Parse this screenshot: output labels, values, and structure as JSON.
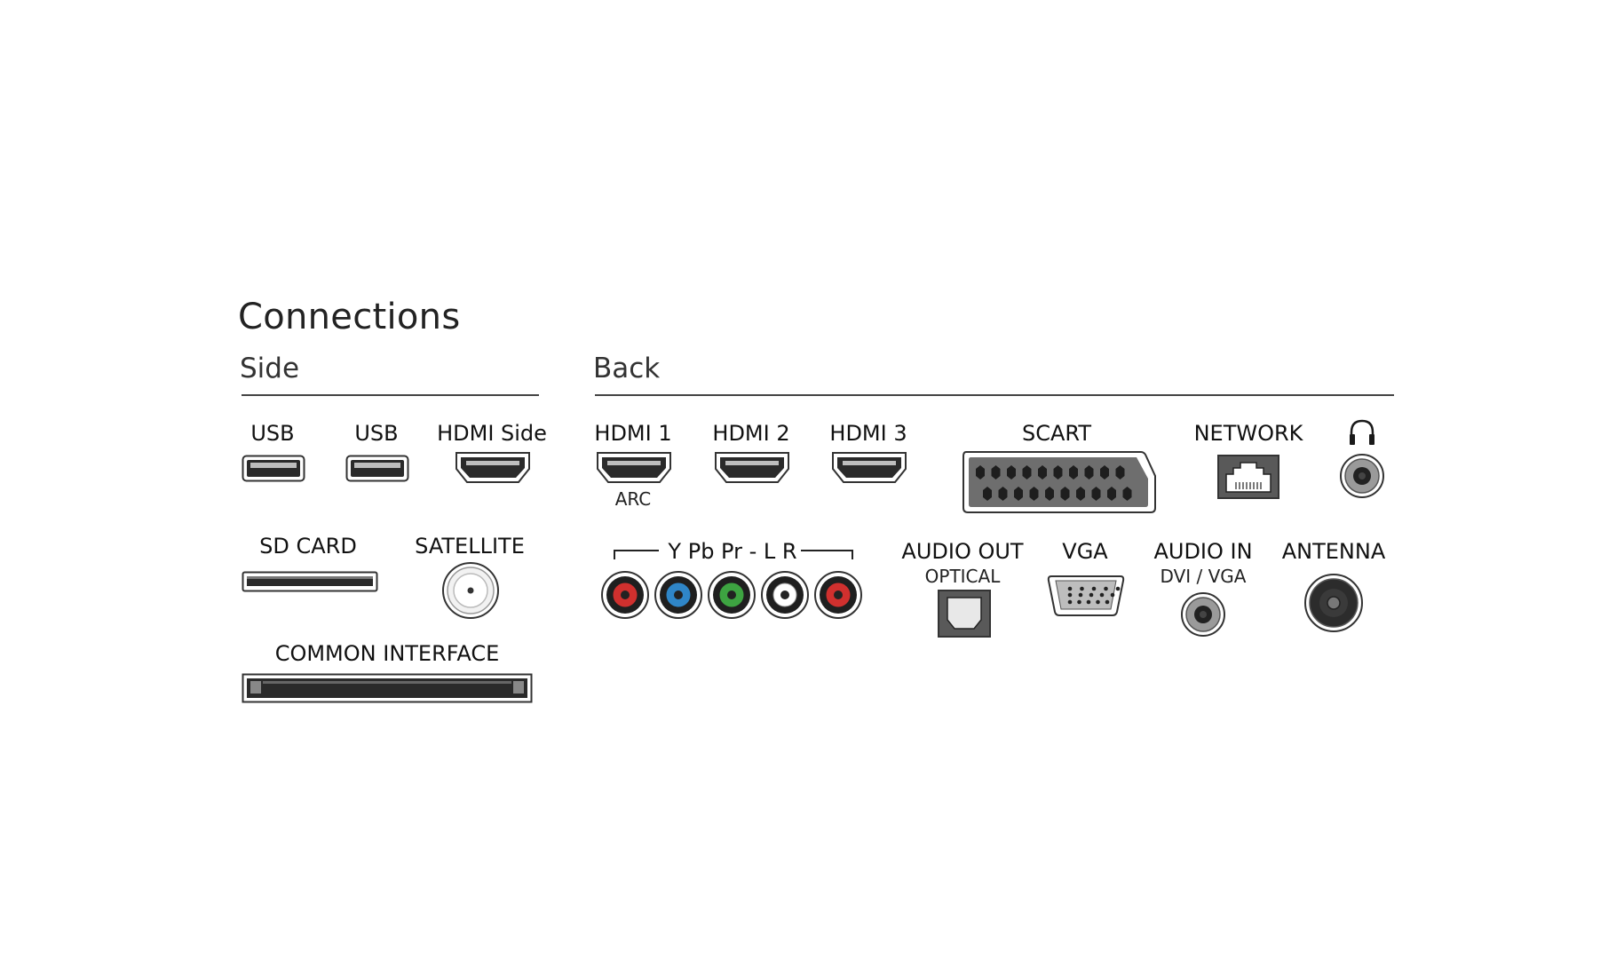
{
  "title": "Connections",
  "sections": {
    "side": "Side",
    "back": "Back"
  },
  "side": {
    "usb1": "USB",
    "usb2": "USB",
    "hdmi_side": "HDMI Side",
    "sd_card": "SD CARD",
    "satellite": "SATELLITE",
    "common_interface": "COMMON INTERFACE"
  },
  "back": {
    "hdmi1": "HDMI 1",
    "hdmi1_sub": "ARC",
    "hdmi2": "HDMI 2",
    "hdmi3": "HDMI 3",
    "scart": "SCART",
    "network": "NETWORK",
    "ypbpr": "Y Pb Pr - L R",
    "audio_out": "AUDIO OUT",
    "audio_out_sub": "OPTICAL",
    "vga": "VGA",
    "audio_in": "AUDIO IN",
    "audio_in_sub": "DVI / VGA",
    "antenna": "ANTENNA"
  },
  "colors": {
    "rca_red": "#d0302e",
    "rca_blue": "#2f86c8",
    "rca_green": "#3da441",
    "rca_white": "#ffffff",
    "port_dark": "#2a2a2a",
    "port_gray": "#8a8a8a"
  },
  "icons": {
    "headphone": "headphone-icon"
  }
}
